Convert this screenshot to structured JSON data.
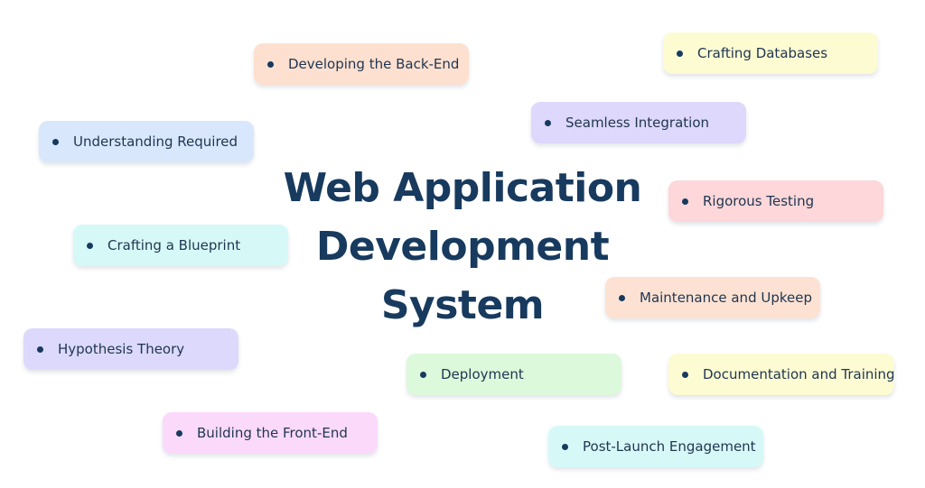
{
  "title_lines": [
    "Web Application",
    "Development",
    "System"
  ],
  "items": [
    {
      "label": "Developing the Back-End",
      "color": "#fde0d0"
    },
    {
      "label": "Crafting Databases",
      "color": "#fcfbd2"
    },
    {
      "label": "Seamless Integration",
      "color": "#ddd8fc"
    },
    {
      "label": "Understanding Required",
      "color": "#d8e7fc"
    },
    {
      "label": "Rigorous Testing",
      "color": "#fdd7d9"
    },
    {
      "label": "Crafting a Blueprint",
      "color": "#d6f9f8"
    },
    {
      "label": "Maintenance and Upkeep",
      "color": "#fde2d3"
    },
    {
      "label": "Hypothesis Theory",
      "color": "#dcd9fc"
    },
    {
      "label": "Deployment",
      "color": "#dcf9db"
    },
    {
      "label": "Documentation and Training",
      "color": "#fcfbd2"
    },
    {
      "label": "Building the Front-End",
      "color": "#fbd9fb"
    },
    {
      "label": "Post-Launch Engagement",
      "color": "#d6f9f8"
    }
  ]
}
